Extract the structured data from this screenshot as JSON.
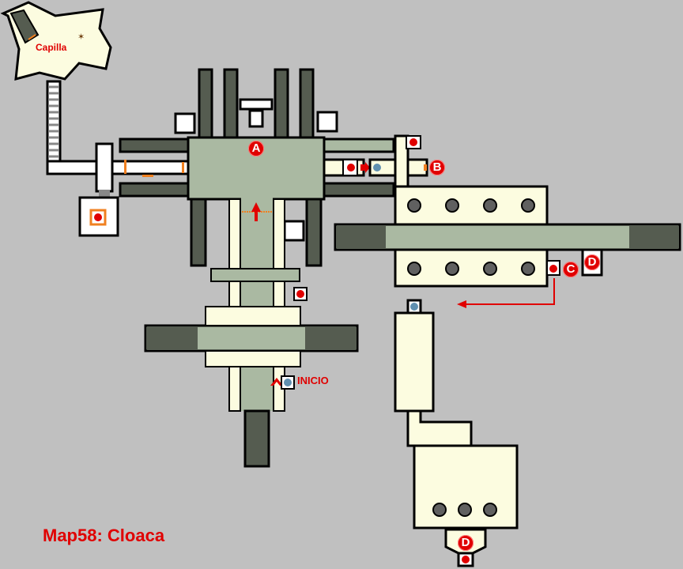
{
  "map": {
    "title": "Map58: Cloaca",
    "location_label": "Capilla",
    "start_label": "INICIO",
    "markers": [
      {
        "id": "A",
        "label": "A"
      },
      {
        "id": "B",
        "label": "B"
      },
      {
        "id": "C",
        "label": "C"
      },
      {
        "id": "D1",
        "label": "D"
      },
      {
        "id": "D2",
        "label": "D"
      }
    ],
    "colors": {
      "background": "#c0c0c0",
      "floor": "#fcfce0",
      "hall": "#aab9a2",
      "pit": "#555c50",
      "wall": "#000000",
      "door": "#f08020",
      "label": "#e00000",
      "switch_red": "#e00000",
      "switch_blue": "#6090b0",
      "pillar": "#606060"
    }
  }
}
